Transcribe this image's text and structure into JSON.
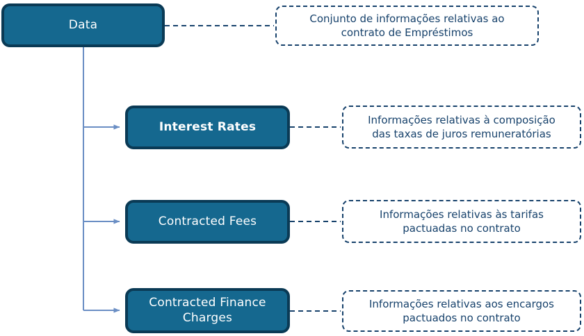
{
  "diagram": {
    "type": "tree",
    "orientation": "vertical-left-spine",
    "background": "#ffffff",
    "colors": {
      "node_fill": "#15688f",
      "node_border": "#0a3a55",
      "node_text": "#ffffff",
      "connector": "#6a8ec4",
      "note_border": "#16416b",
      "note_text": "#16416b"
    },
    "nodes": [
      {
        "id": "root",
        "label": "Data",
        "note": "Conjunto de informações relativas ao\ncontrato de Empréstimos"
      },
      {
        "id": "interest-rates",
        "label": "Interest Rates",
        "note": "Informações relativas à composição\ndas taxas de juros remuneratórias"
      },
      {
        "id": "contracted-fees",
        "label": "Contracted Fees",
        "note": "Informações relativas às tarifas\npactuadas no contrato"
      },
      {
        "id": "contracted-finance-charges",
        "label": "Contracted Finance\nCharges",
        "note": "Informações relativas aos encargos\npactuados no contrato"
      }
    ]
  }
}
